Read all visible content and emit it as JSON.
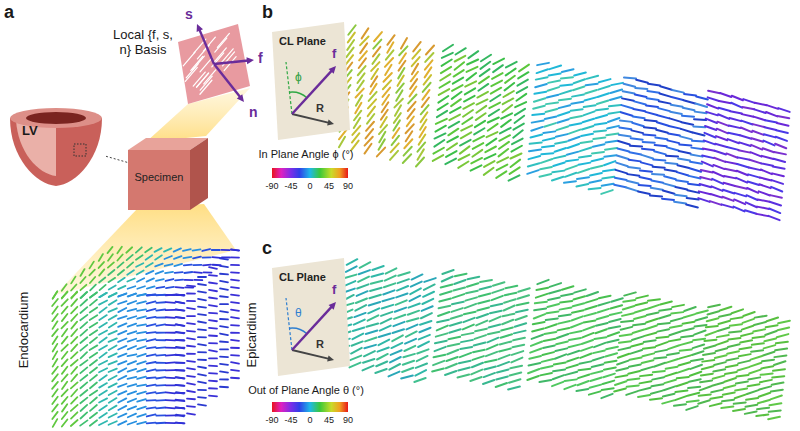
{
  "diagram": {
    "nodes": [
      {
        "text": [
          "LV"
        ]
      },
      {
        "text": [
          "Specimen"
        ]
      },
      {
        "text": [
          "CL Plane",
          "f",
          "ϕ",
          "R"
        ]
      },
      {
        "text": [
          "CL Plane",
          "f",
          "θ",
          "R"
        ]
      }
    ],
    "edges": [
      {
        "from": 0,
        "to": 1,
        "arrow": "none"
      }
    ],
    "labels": [
      "a",
      "b",
      "c",
      "Local {f, s, n} Basis",
      "s",
      "f",
      "n",
      "Endocardium",
      "Epicardium",
      "In Plane Angle ϕ (°)",
      "-90",
      "-45",
      "0",
      "45",
      "90",
      "Out of Plane Angle θ (°)",
      "-90",
      "-45",
      "0",
      "45",
      "90"
    ]
  }
}
